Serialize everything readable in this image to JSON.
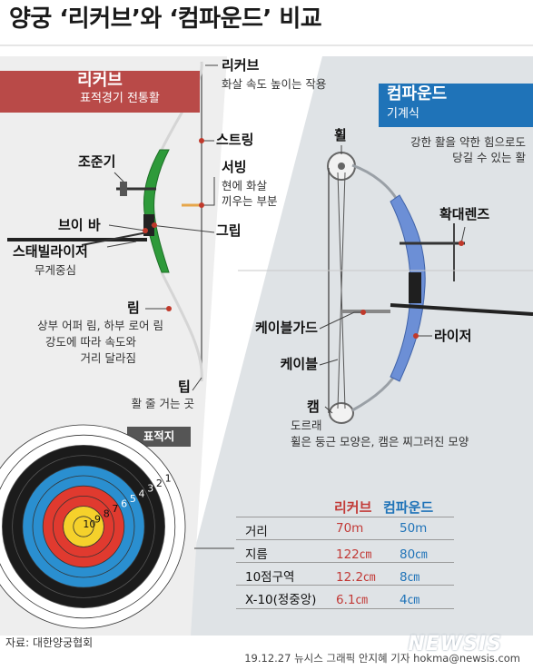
{
  "title": "양궁 ‘리커브’와 ‘컴파운드’ 비교",
  "colors": {
    "recurve": "#b94a48",
    "compound": "#1f73b8",
    "panel": "#dfe3e6"
  },
  "recurve": {
    "heading": "리커브",
    "subtitle": "표적경기 전통활",
    "parts": {
      "recurve": {
        "name": "리커브",
        "desc": "화살 속도 높이는 작용"
      },
      "string": {
        "name": "스트링"
      },
      "sight": {
        "name": "조준기"
      },
      "nocking": {
        "name": "서빙",
        "desc1": "현에 화살",
        "desc2": "끼우는 부분"
      },
      "vbar": {
        "name": "브이 바"
      },
      "grip": {
        "name": "그립"
      },
      "stabilizer": {
        "name": "스태빌라이저",
        "desc": "무게중심"
      },
      "limb": {
        "name": "림",
        "desc1": "상부 어퍼 림, 하부 로어 림",
        "desc2": "강도에 따라 속도와",
        "desc3": "거리 달라짐"
      },
      "tip": {
        "name": "팁",
        "desc": "활 줄 거는 곳"
      }
    }
  },
  "compound": {
    "heading": "컴파운드",
    "subtitle": "기계식",
    "parts": {
      "wheel": {
        "name": "휠"
      },
      "power": {
        "desc1": "강한 활을 약한 힘으로도",
        "desc2": "당길 수 있는 활"
      },
      "scope": {
        "name": "확대렌즈"
      },
      "cable_guard": {
        "name": "케이블가드"
      },
      "riser": {
        "name": "라이저"
      },
      "cable": {
        "name": "케이블"
      },
      "cam": {
        "name": "캠",
        "desc1": "도르래",
        "desc2": "휠은 둥근 모양은, 캠은 찌그러진 모양"
      }
    }
  },
  "target": {
    "label": "표적지",
    "ring_numbers": [
      "10",
      "9",
      "8",
      "7",
      "6",
      "5",
      "4",
      "3",
      "2",
      "1"
    ],
    "ring_colors": [
      "#f5d12b",
      "#f5d12b",
      "#e03a2f",
      "#e03a2f",
      "#2a8fd0",
      "#2a8fd0",
      "#1b1b1b",
      "#1b1b1b",
      "#ffffff",
      "#ffffff"
    ]
  },
  "comparison": {
    "headers": [
      "리커브",
      "컴파운드"
    ],
    "rows": [
      {
        "label": "거리",
        "recurve": "70m",
        "compound": "50m"
      },
      {
        "label": "지름",
        "recurve": "122㎝",
        "compound": "80㎝"
      },
      {
        "label": "10점구역",
        "recurve": "12.2㎝",
        "compound": "8㎝"
      },
      {
        "label": "X-10(정중앙)",
        "recurve": "6.1㎝",
        "compound": "4㎝"
      }
    ]
  },
  "source": "자료: 대한양궁협회",
  "credit": "19.12.27 뉴시스 그래픽 안지혜 기자 hokma@newsis.com",
  "logo": "NEWSIS"
}
